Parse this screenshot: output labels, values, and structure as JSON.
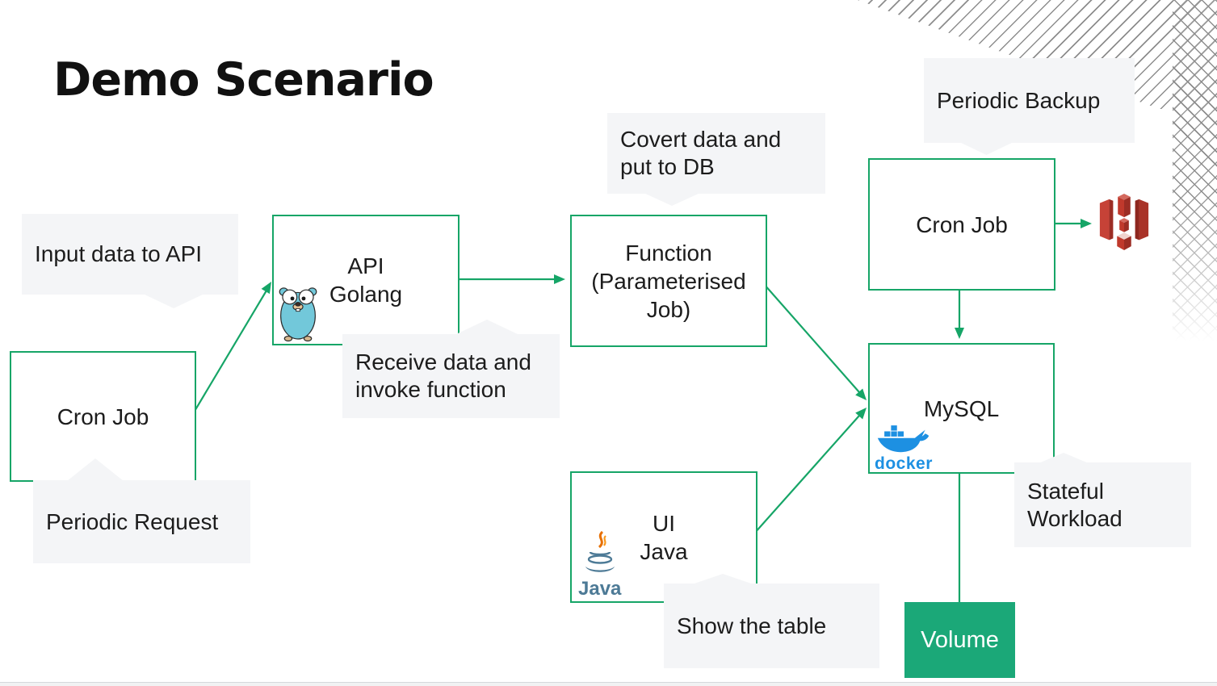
{
  "title": "Demo Scenario",
  "colors": {
    "accent_green": "#16a567",
    "volume_green": "#1ba878",
    "callout_bg": "#f4f5f7",
    "docker_blue": "#1d90e2",
    "java_blue": "#4d7a96",
    "java_steam_orange": "#e76f00",
    "s3_red": "#c0392c",
    "hatch_gray": "#8d8d8d"
  },
  "nodes": {
    "cron_left": {
      "label": "Cron Job"
    },
    "api": {
      "lines": [
        "API",
        "Golang"
      ]
    },
    "function": {
      "lines": [
        "Function",
        "(Parameterised",
        "Job)"
      ]
    },
    "cron_right": {
      "label": "Cron Job"
    },
    "mysql": {
      "label": "MySQL"
    },
    "ui": {
      "lines": [
        "UI",
        "Java"
      ]
    },
    "volume": {
      "label": "Volume"
    }
  },
  "callouts": {
    "input_api": "Input data to API",
    "periodic_request": "Periodic Request",
    "receive": {
      "lines": [
        "Receive data and",
        "invoke function"
      ]
    },
    "covert": {
      "lines": [
        "Covert data and",
        "put to DB"
      ]
    },
    "periodic_backup": "Periodic Backup",
    "stateful": {
      "lines": [
        "Stateful",
        "Workload"
      ]
    },
    "show_table": "Show the table"
  },
  "icons": {
    "gopher": "go-gopher-icon",
    "docker": "docker-whale-icon",
    "docker_wordmark": "docker",
    "java": "java-coffee-icon",
    "java_wordmark": "Java",
    "s3": "aws-s3-bucket-icon"
  }
}
